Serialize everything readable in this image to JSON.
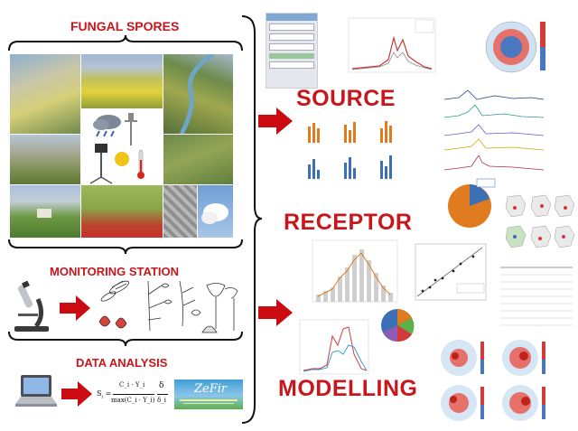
{
  "left": {
    "fungal_spores_title": "FUNGAL SPORES",
    "monitoring_station_title": "MONITORING STATION",
    "data_analysis_title": "DATA ANALYSIS",
    "formula": {
      "lhs": "S",
      "lhs_sub": "i",
      "numerator": "C_i - Y_i",
      "denominator": "max(C_i · Y_i)",
      "ratio_num": "δ",
      "ratio_den": "δ_i"
    },
    "zefir_logo": "ZeFir"
  },
  "right": {
    "source_title": "SOURCE",
    "receptor_title": "RECEPTOR",
    "modelling_title": "MODELLING"
  },
  "colors": {
    "title_red": "#c8161d",
    "arrow_red": "#cc0a12",
    "chart_orange": "#e07b1f",
    "chart_blue": "#3b6fb6"
  }
}
